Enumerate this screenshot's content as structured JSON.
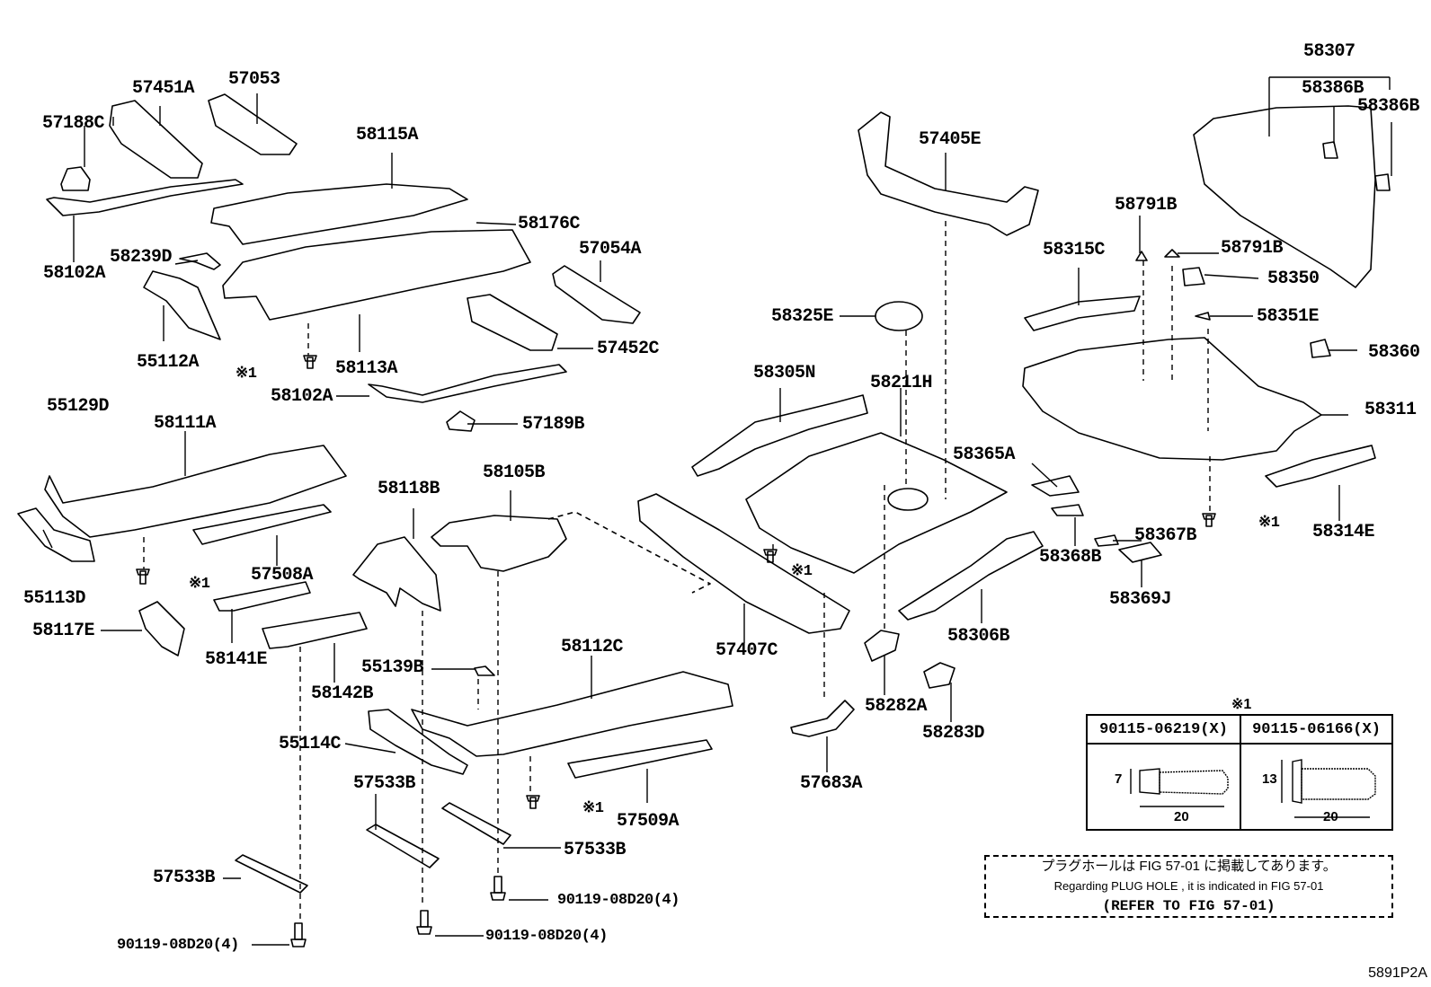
{
  "labels": {
    "p57188C": "57188C",
    "p57451A": "57451A",
    "p57053": "57053",
    "p58115A": "58115A",
    "p58102A_top": "58102A",
    "p58239D": "58239D",
    "p58176C": "58176C",
    "p57054A": "57054A",
    "p55112A": "55112A",
    "p58113A": "58113A",
    "p57452C": "57452C",
    "p58102A_mid": "58102A",
    "p55129D": "55129D",
    "p58111A": "58111A",
    "p57189B": "57189B",
    "p55113D": "55113D",
    "p57508A": "57508A",
    "p58117E": "58117E",
    "p58141E": "58141E",
    "p58118B": "58118B",
    "p58105B": "58105B",
    "p58142B": "58142B",
    "p55139B": "55139B",
    "p58112C": "58112C",
    "p55114C": "55114C",
    "p57533B_a": "57533B",
    "p57509A": "57509A",
    "p57533B_b": "57533B",
    "p57533B_c": "57533B",
    "p90119_a": "90119-08D20(4)",
    "p90119_b": "90119-08D20(4)",
    "p90119_c": "90119-08D20(4)",
    "p57405E": "57405E",
    "p58325E": "58325E",
    "p58305N": "58305N",
    "p58211H": "58211H",
    "p57407C": "57407C",
    "p58282A": "58282A",
    "p58283D": "58283D",
    "p57683A": "57683A",
    "p58306B": "58306B",
    "p58365A": "58365A",
    "p58368B": "58368B",
    "p58367B": "58367B",
    "p58369J": "58369J",
    "p58307": "58307",
    "p58386B_a": "58386B",
    "p58386B_b": "58386B",
    "p58791B_a": "58791B",
    "p58791B_b": "58791B",
    "p58315C": "58315C",
    "p58350": "58350",
    "p58351E": "58351E",
    "p58360": "58360",
    "p58311": "58311",
    "p58314E": "58314E",
    "mark1": "※1",
    "mark2": "※1",
    "mark3": "※1",
    "mark4": "※1",
    "mark5": "※1"
  },
  "bolt_table": {
    "mark": "※1",
    "col1": {
      "part": "90115-06219(X)",
      "dim_height": "7",
      "dim_length": "20"
    },
    "col2": {
      "part": "90115-06166(X)",
      "dim_height": "13",
      "dim_length": "20"
    }
  },
  "note": {
    "line1": "プラグホールは FIG 57-01 に掲載してあります。",
    "line2": "Regarding PLUG HOLE , it is indicated in FIG 57-01",
    "line3": "(REFER TO FIG 57-01)"
  },
  "drawing_code": "5891P2A"
}
